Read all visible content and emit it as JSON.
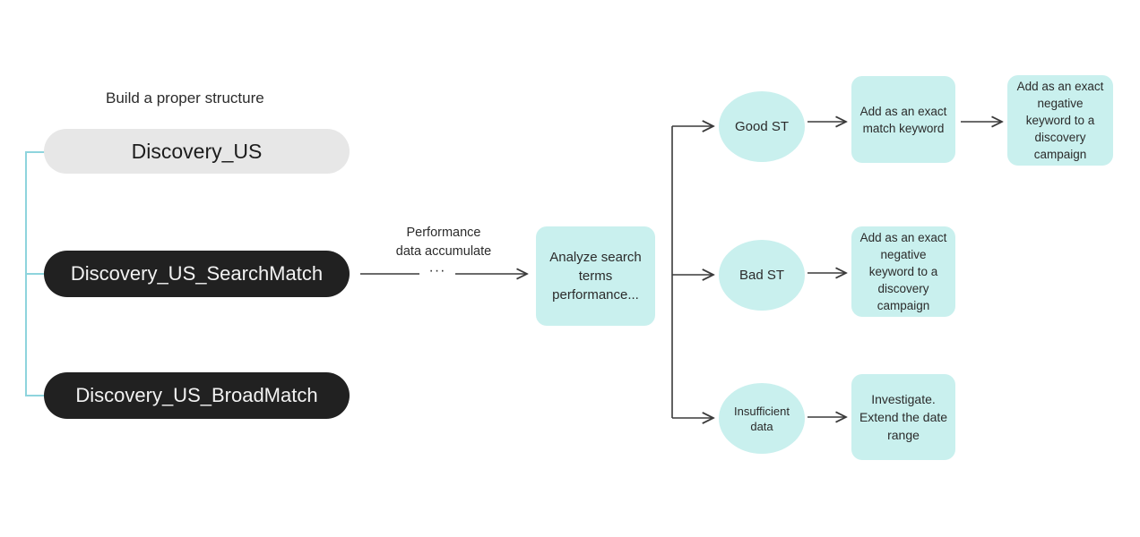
{
  "diagram": {
    "title": "Build a proper structure",
    "campaign_structure": {
      "parent": "Discovery_US",
      "children": [
        "Discovery_US_SearchMatch",
        "Discovery_US_BroadMatch"
      ]
    },
    "flow_label": {
      "line1": "Performance",
      "line2": "data accumulate",
      "ellipsis": "···"
    },
    "analyze_node": "Analyze search terms performance...",
    "branches": [
      {
        "outcome": "Good ST",
        "actions": [
          "Add as an exact match keyword",
          "Add as an exact negative keyword to a discovery campaign"
        ]
      },
      {
        "outcome": "Bad ST",
        "actions": [
          "Add as an exact negative keyword to a discovery campaign"
        ]
      },
      {
        "outcome": "Insufficient data",
        "actions": [
          "Investigate. Extend the date range"
        ]
      }
    ],
    "colors": {
      "cyan_fill": "#c9f0ee",
      "light_pill": "#e7e7e7",
      "dark_pill": "#212121",
      "bracket_line": "#8ed4dd",
      "arrow_line": "#3a3a3a",
      "background": "#ffffff"
    }
  }
}
